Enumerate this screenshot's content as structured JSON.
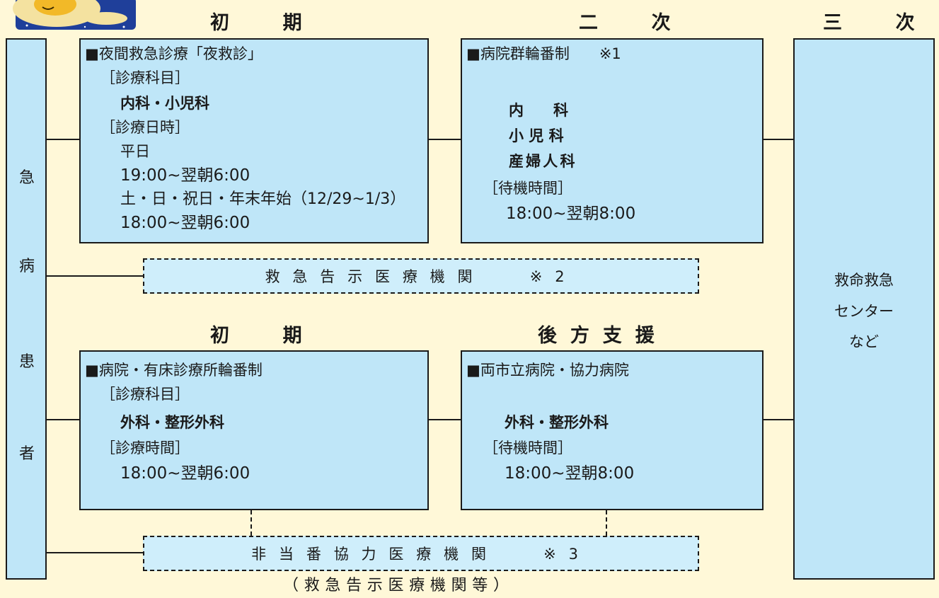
{
  "headings": {
    "initial_top": "初　期",
    "secondary": "二　次",
    "tertiary": "三　次",
    "initial_bottom": "初　期",
    "rear_support": "後方支援"
  },
  "patient_label": [
    "急",
    "病",
    "患",
    "者"
  ],
  "night_clinic": {
    "title": "■夜間救急診療「夜救診」",
    "dept_label": "［診療科目］",
    "dept": "内科・小児科",
    "datetime_label": "［診療日時］",
    "weekday": "平日",
    "weekday_time": "19:00~翌朝6:00",
    "holiday": "土・日・祝日・年末年始（12/29~1/3）",
    "holiday_time": "18:00~翌朝6:00"
  },
  "hospital_group": {
    "title": "■病院群輪番制　　※1",
    "dept1": "内　　科",
    "dept2": "小 児 科",
    "dept3": "産婦人科",
    "standby_label": "［待機時間］",
    "standby_time": "18:00~翌朝8:00"
  },
  "emergency_notified": "救急告示医療機関　 ※2",
  "hospital_clinic": {
    "title": "■病院・有床診療所輪番制",
    "dept_label": "［診療科目］",
    "dept": "外科・整形外科",
    "time_label": "［診療時間］",
    "time": "18:00~翌朝6:00"
  },
  "city_hospital": {
    "title": "■両市立病院・協力病院",
    "dept": "外科・整形外科",
    "standby_label": "［待機時間］",
    "standby_time": "18:00~翌朝8:00"
  },
  "off_duty": "非当番協力医療機関　 ※3",
  "off_duty_note": "（救急告示医療機関等）",
  "tertiary_center": {
    "line1": "救命救急",
    "line2": "センター",
    "line3": "など"
  }
}
